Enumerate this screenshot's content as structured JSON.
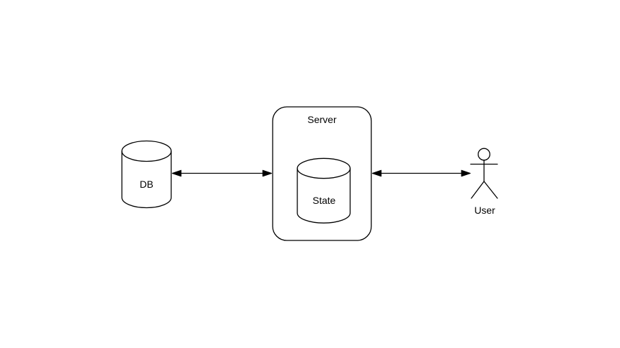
{
  "diagram": {
    "background_color": "#ffffff",
    "stroke_color": "#000000",
    "text_color": "#000000",
    "nodes": {
      "db": {
        "label": "DB",
        "shape": "cylinder"
      },
      "server": {
        "label": "Server",
        "shape": "rounded-rectangle"
      },
      "state": {
        "label": "State",
        "shape": "cylinder",
        "container": "Server"
      },
      "user": {
        "label": "User",
        "shape": "actor"
      }
    },
    "edges": [
      {
        "from": "DB",
        "to": "Server",
        "type": "bidirectional-arrow"
      },
      {
        "from": "Server",
        "to": "User",
        "type": "bidirectional-arrow"
      }
    ]
  }
}
